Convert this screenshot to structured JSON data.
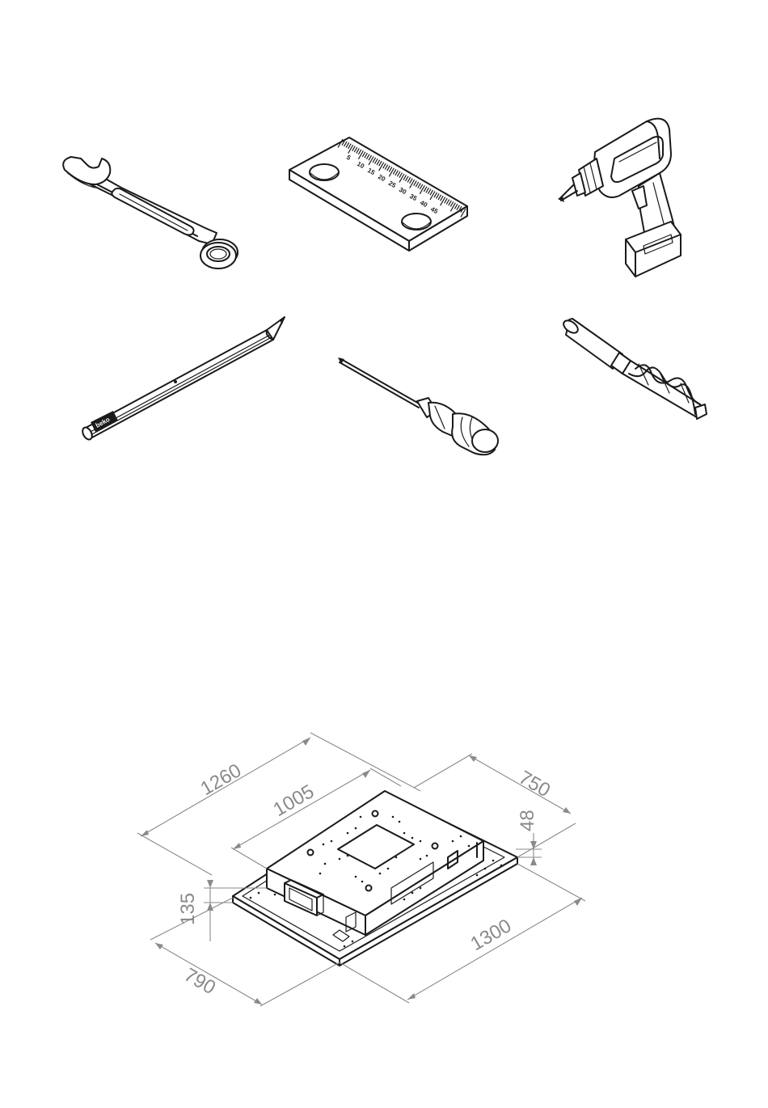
{
  "tools": {
    "items": [
      {
        "id": "wrench",
        "icon": "wrench-icon"
      },
      {
        "id": "template",
        "icon": "ruler-template-icon"
      },
      {
        "id": "drill",
        "icon": "cordless-drill-icon"
      },
      {
        "id": "pencil",
        "icon": "pencil-icon"
      },
      {
        "id": "screwdriver",
        "icon": "screwdriver-icon"
      },
      {
        "id": "drill-bit",
        "icon": "drill-bit-icon"
      }
    ],
    "ruler_marks": [
      "5",
      "10",
      "15",
      "20",
      "25",
      "30",
      "35",
      "40",
      "45"
    ],
    "pencil_brand": "beko"
  },
  "dimensions": {
    "width_outer": "1260",
    "width_inner": "1005",
    "depth_inner": "750",
    "cutout_depth": "48",
    "height": "135",
    "depth_outer": "790",
    "length": "1300"
  },
  "colors": {
    "ink": "#1a1a1a",
    "dimension": "#8a8a8a",
    "background": "#ffffff"
  }
}
